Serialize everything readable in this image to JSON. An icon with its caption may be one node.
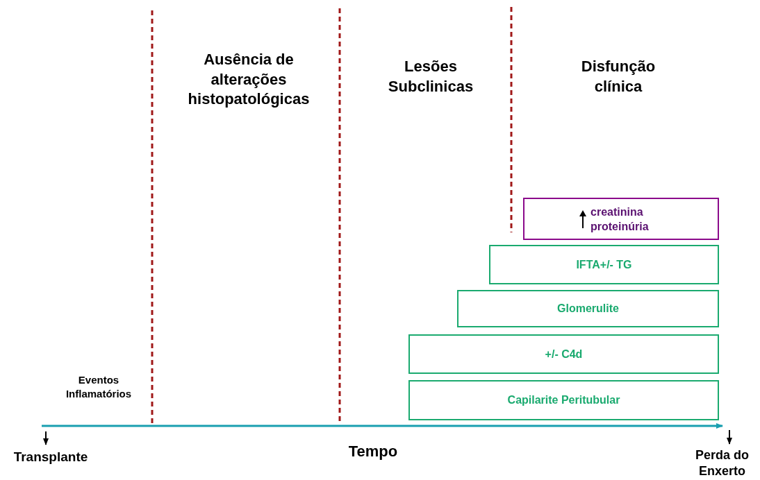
{
  "diagram": {
    "nodes": [
      {
        "text": [
          "creatinina proteinúria"
        ]
      },
      {
        "text": [
          "IFTA+/- TG"
        ]
      },
      {
        "text": [
          "Glomerulite"
        ]
      },
      {
        "text": [
          "+/- C4d"
        ]
      },
      {
        "text": [
          "Capilarite Peritubular"
        ]
      }
    ],
    "labels": [
      "Ausência de alterações histopatológicas",
      "Lesões Subclinicas",
      "Disfunção clínica",
      "Eventos Inflamatórios",
      "Transplante",
      "Tempo",
      "Perda do Enxerto"
    ]
  }
}
